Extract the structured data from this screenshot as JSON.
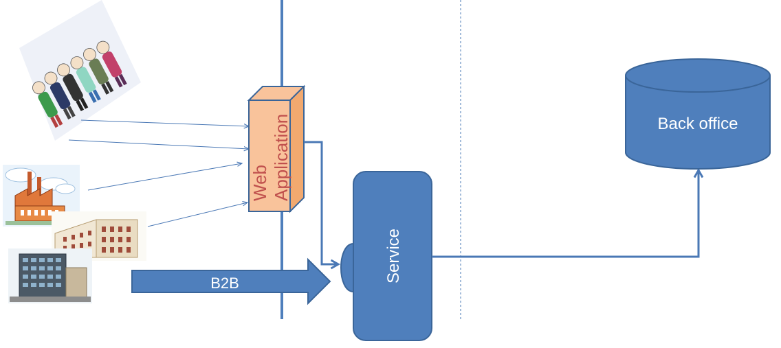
{
  "labels": {
    "web_application_line1": "Web",
    "web_application_line2": "Application",
    "service": "Service",
    "back_office": "Back office",
    "b2b": "B2B"
  },
  "colors": {
    "primary_blue": "#4f7fbc",
    "dark_blue": "#3a6599",
    "web_app_fill": "#f9c39b",
    "web_app_text": "#c0504d",
    "connector_blue": "#4a78b5",
    "divider_dotted": "#4a78b5"
  },
  "actors": [
    {
      "name": "people-crowd-clipart"
    },
    {
      "name": "factory-clipart"
    },
    {
      "name": "office-building-clipart"
    },
    {
      "name": "tower-building-clipart"
    }
  ]
}
